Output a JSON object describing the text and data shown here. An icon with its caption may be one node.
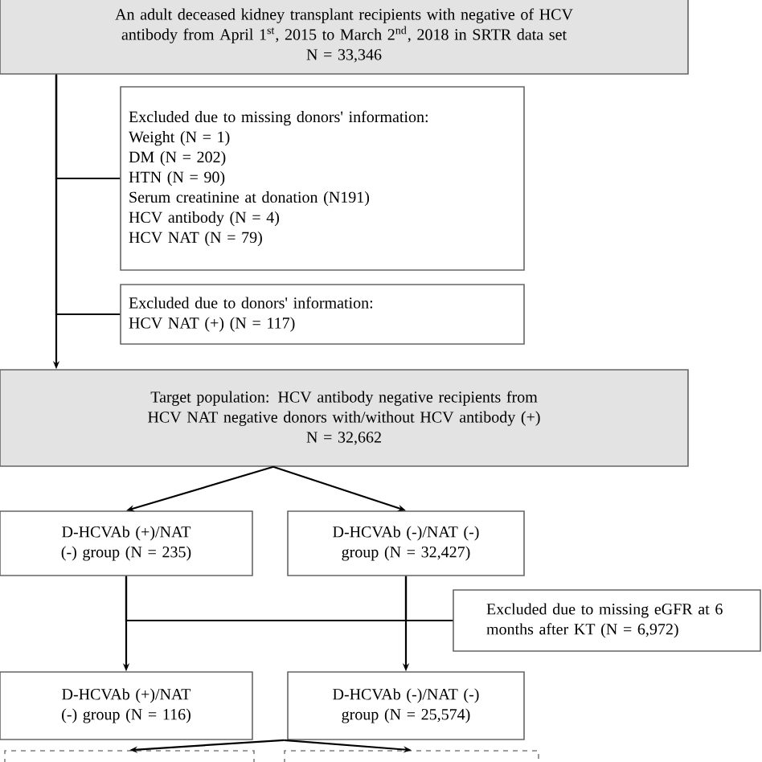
{
  "diagram": {
    "nodes": [
      {
        "text": [
          "An adult deceased kidney transplant recipients with negative of HCV antibody from April 1$^{st}$, 2015 to March 2$^{nd}$, 2018 in SRTR data set",
          "N = 33,346"
        ]
      },
      {
        "text": [
          "Excluded due to missing donors' information:",
          "Weight (N = 1)",
          "DM (N = 202)",
          "HTN (N = 90)",
          "Serum creatinine at donation (N191)",
          "HCV antibody (N = 4)",
          "HCV NAT (N = 79)"
        ]
      },
      {
        "text": [
          "Excluded due to donors' information:",
          "HCV NAT (+) (N = 117)"
        ]
      },
      {
        "text": [
          "Target population: HCV antibody negative recipients from HCV NAT negative donors with/without HCV antibody (+)",
          "N = 32,662"
        ]
      },
      {
        "text": [
          "D-HCVAb (+)/NAT (-) group (N = 235)"
        ]
      },
      {
        "text": [
          "D-HCVAb (-)/NAT (-) group (N = 32,427)"
        ]
      },
      {
        "text": [
          "Excluded due to missing eGFR at 6 months after KT (N = 6,972)"
        ]
      },
      {
        "text": [
          "D-HCVAb (+)/NAT (-) group (N = 116)"
        ]
      },
      {
        "text": [
          "D-HCVAb (-)/NAT (-) group (N = 25,574)"
        ]
      },
      {
        "text": [],
        "shape": "box"
      },
      {
        "text": [],
        "shape": "box"
      }
    ],
    "edges": [
      {
        "from": 0,
        "to": 3,
        "arrow": "to"
      },
      {
        "from": 0,
        "to": 1,
        "arrow": "none"
      },
      {
        "from": 0,
        "to": 2,
        "arrow": "none"
      },
      {
        "from": 3,
        "to": 4,
        "arrow": "to"
      },
      {
        "from": 3,
        "to": 5,
        "arrow": "to"
      },
      {
        "from": 4,
        "to": 7,
        "arrow": "to"
      },
      {
        "from": 5,
        "to": 8,
        "arrow": "to"
      },
      {
        "from": 4,
        "to": 6,
        "arrow": "none"
      },
      {
        "from": 5,
        "to": 6,
        "arrow": "none"
      },
      {
        "from": 8,
        "to": 9,
        "arrow": "to"
      },
      {
        "from": 8,
        "to": 10,
        "arrow": "to"
      }
    ]
  }
}
